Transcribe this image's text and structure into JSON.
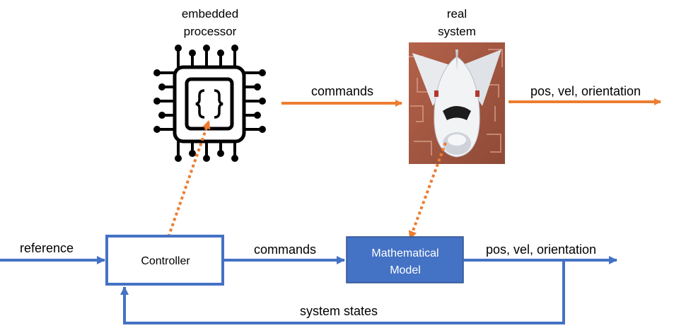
{
  "top": {
    "processor_label_line1": "embedded",
    "processor_label_line2": "processor",
    "system_label_line1": "real",
    "system_label_line2": "system",
    "commands_label": "commands",
    "output_label": "pos, vel, orientation"
  },
  "bottom": {
    "reference_label": "reference",
    "controller_label": "Controller",
    "commands_label": "commands",
    "model_label_line1": "Mathematical",
    "model_label_line2": "Model",
    "output_label": "pos, vel, orientation",
    "feedback_label": "system states"
  },
  "icons": {
    "processor": "chip-icon",
    "spacecraft": "spaceplane-photo"
  },
  "colors": {
    "orange": "#ED7D31",
    "blue": "#4472C4",
    "model_fill": "#4472C4",
    "model_border": "#2F528F"
  }
}
